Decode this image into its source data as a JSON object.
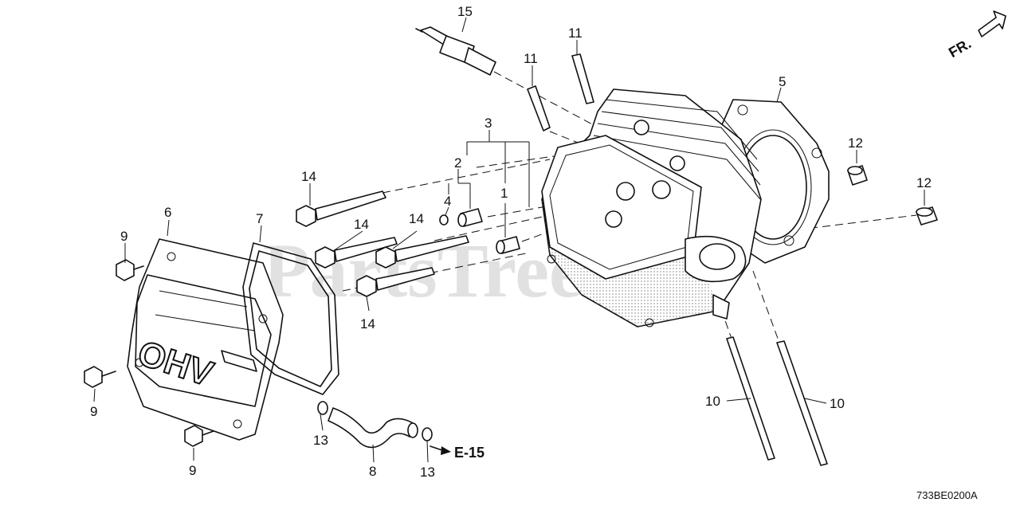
{
  "diagram": {
    "watermark": "PartsTree",
    "cover_lettering": "OHV",
    "direction_label": "FR.",
    "reference_label": "E-15",
    "diagram_code": "733BE0200A",
    "callouts": {
      "c1": "1",
      "c2": "2",
      "c3": "3",
      "c4": "4",
      "c5": "5",
      "c6": "6",
      "c7": "7",
      "c8": "8",
      "c9a": "9",
      "c9b": "9",
      "c9c": "9",
      "c10a": "10",
      "c10b": "10",
      "c11a": "11",
      "c11b": "11",
      "c12a": "12",
      "c12b": "12",
      "c13a": "13",
      "c13b": "13",
      "c14a": "14",
      "c14b": "14",
      "c14c": "14",
      "c14d": "14",
      "c15": "15"
    }
  }
}
